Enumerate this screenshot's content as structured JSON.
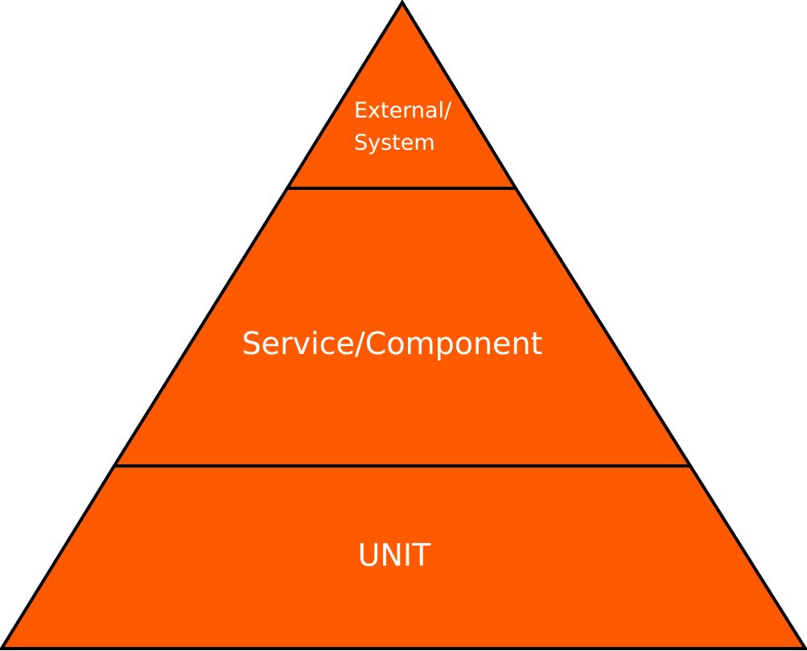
{
  "diagram": {
    "type": "pyramid",
    "fill_color": "#ff5a00",
    "stroke_color": "#000000",
    "tiers": [
      {
        "id": "top",
        "label": "External/\nSystem"
      },
      {
        "id": "middle",
        "label": "Service/Component"
      },
      {
        "id": "bottom",
        "label": "UNIT"
      }
    ]
  }
}
